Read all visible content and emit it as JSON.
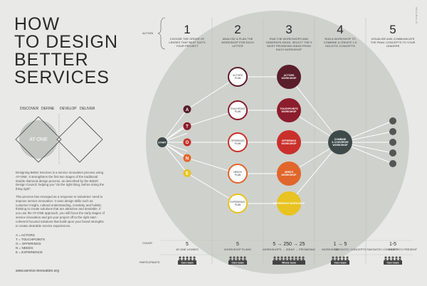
{
  "title": [
    "HOW",
    "TO DESIGN",
    "BETTER",
    "SERVICES"
  ],
  "double_diamond": {
    "phases": [
      "DISCOVER",
      "DEFINE",
      "DEVELOP",
      "DELIVER"
    ],
    "label": "AT-ONE"
  },
  "intro": [
    "Designing Better Services is a service innovation process using AT-ONE. It strengthens the first two stages of the traditional double diamond design process, as described by the British Design Council, helping you \"do the right thing, before doing the thing right\".",
    "This process has emerged as a response to industries' need to improve service innovation. It uses design skills such as customer insight, cultural understanding, creativity and holistic thinking to create solutions that are attractive and desirable. If you use the AT-ONE approach, you will focus the early stages of service innovation and get your project off to the right start - coherent focused solutions that build upon your brand strengths to create desirable service experiences."
  ],
  "legend": [
    "A = ACTORS",
    "T = TOUCHPOINTS",
    "O = OFFERINGS",
    "N = NEEDS",
    "E = EXPERIENCE"
  ],
  "url": "www.service-innovation.org",
  "side_label": "illd & ilkca 40",
  "row_labels": {
    "action": "ACTION",
    "count": "COUNT",
    "participants": "PARTICIPANTS"
  },
  "start_label": "START",
  "letters": [
    "A",
    "T",
    "O",
    "N",
    "E"
  ],
  "steps": [
    {
      "num": "1",
      "desc": [
        "CHOOSE THE ORDER OF",
        "LENSES THAT BEST SUITS",
        "YOUR PROJECT"
      ],
      "count": "5",
      "count_label": [
        "AT-ONE LENSES"
      ],
      "participant": "Core team"
    },
    {
      "num": "2",
      "desc": [
        "ANALYSE & PLAN THE",
        "WORKSHOP FOR EACH",
        "LETTER"
      ],
      "count": "5",
      "count_label": [
        "WORKSHOP PLANS"
      ],
      "participant": "Core team"
    },
    {
      "num": "3",
      "desc": [
        "RUN THE WORKSHOPS AND",
        "GENERATE IDEAS. SELECT THE 5",
        "MOST PROMISING IDEAS FROM",
        "EACH WORKSHOP"
      ],
      "count": "5 → 250 → 25",
      "count_label": [
        "WORKSHOPS → IDEAS → PROMISING"
      ],
      "participant": "Whole team"
    },
    {
      "num": "4",
      "desc": [
        "RUN A WORKSHOP TO",
        "COMBINE & CREATE 1-5",
        "HOLISTIC CONCEPTS"
      ],
      "count": "1 → 5",
      "count_label": [
        "WORKSHOP",
        "FANTASTIC CONCEPTS"
      ],
      "participant": "Core team"
    },
    {
      "num": "5",
      "desc": [
        "VISUALISE AND COMMUNICATE",
        "THE FINAL CONCEPTS TO YOUR",
        "LEADERS"
      ],
      "count": "1-5",
      "count_label": [
        "FANTASTIC CONCEPTS",
        "READY TO PRESENT"
      ],
      "participant": "Core team"
    }
  ],
  "plans": [
    [
      "ACTORS",
      "PLAN"
    ],
    [
      "TOUCHPOINT",
      "PLAN"
    ],
    [
      "OFFERINGS",
      "PLAN"
    ],
    [
      "NEEDS",
      "PLAN"
    ],
    [
      "EXPERIENCE",
      "PLAN"
    ]
  ],
  "workshops": [
    [
      "ACTORS",
      "WORKSHOP"
    ],
    [
      "TOUCHPOINTS",
      "WORKSHOP"
    ],
    [
      "OFFERINGS",
      "WORKSHOP"
    ],
    [
      "NEEDS",
      "WORKSHOP"
    ],
    [
      "EXPERIENCE WORKSHOP"
    ]
  ],
  "combine": [
    "COMBINE",
    "& CONVERGE",
    "WORKSHOP"
  ],
  "colors": {
    "actors": "#5a1d2a",
    "touchpoints": "#8c1d2c",
    "offerings": "#c9302c",
    "needs": "#e0662b",
    "experience": "#e8c321",
    "combine": "#3e4a4a",
    "big_circle": "#cfd1cc",
    "line": "#ffffff"
  }
}
